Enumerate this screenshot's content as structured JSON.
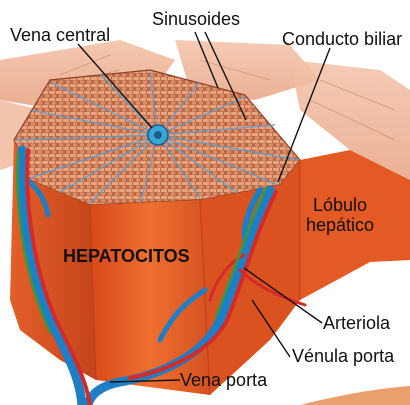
{
  "figure": {
    "labels": {
      "central_vein": "Vena central",
      "sinusoids": "Sinusoides",
      "bile_duct": "Conducto biliar",
      "lobule_line1": "Lóbulo",
      "lobule_line2": "hepático",
      "hepatocytes": "HEPATOCITOS",
      "arteriole": "Arteriola",
      "portal_venule": "Vénula porta",
      "portal_vein": "Vena porta"
    },
    "colors": {
      "tissue_face": "#e8642a",
      "tissue_side": "#cf4a1e",
      "tissue_top": "#d98a6a",
      "vein_blue": "#1f7fc4",
      "artery_red": "#d42a2a",
      "bile_green": "#3a9a3a",
      "central_vein_blue": "#3aa6d6"
    }
  }
}
